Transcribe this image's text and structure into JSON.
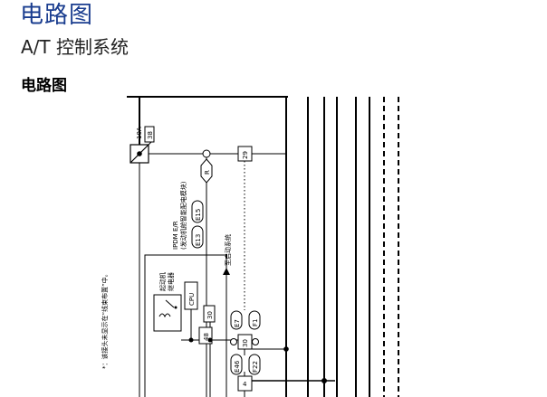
{
  "header": {
    "title": "电路图",
    "subtitle": "A/T 控制系统",
    "section": "电路图"
  },
  "diagram": {
    "fuse_amp": "10A",
    "fuse_no": "38",
    "connector_r": "R",
    "terminal_29": "29",
    "terminal_30": "30",
    "terminal_48": "48",
    "terminal_30b": "30",
    "terminal_4": "4",
    "conn_e7": "E7",
    "conn_f1": "F1",
    "conn_e46": "E46",
    "conn_f22": "F22",
    "conn_e13": "E13",
    "conn_e15": "E15",
    "ipdm_line1": "IPDM E/R",
    "ipdm_line2": "(发动机舱智能配电模块)",
    "relay_line1": "起动机",
    "relay_line2": "继电器",
    "cpu": "CPU",
    "start_system": "至启动系统",
    "footnote": "*：该接头未显示在“线束布置”中。"
  }
}
